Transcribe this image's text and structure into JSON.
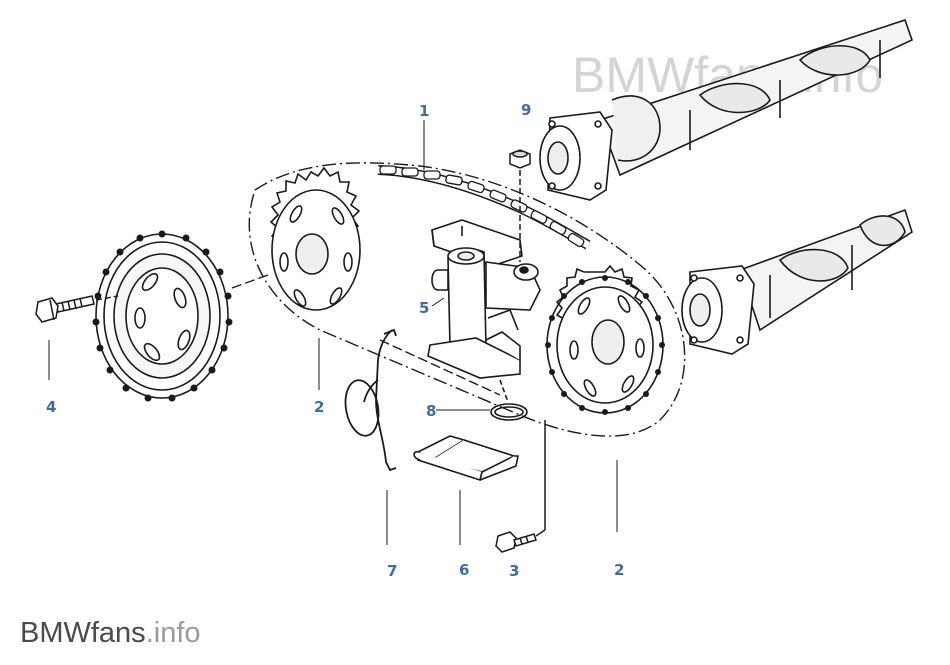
{
  "watermark": {
    "top_text": "BMWfans.info",
    "bottom_brand": "BMWfans",
    "bottom_suffix": ".info",
    "top_color": "#d4d4d4",
    "bottom_brand_color": "#4a4a4a",
    "bottom_suffix_color": "#9a9a9a"
  },
  "colors": {
    "line": "#1a1a1a",
    "callout": "#3a6ea5",
    "shade": "#e8e8e8"
  },
  "callouts": {
    "c1": "1",
    "c9": "9",
    "c5": "5",
    "c4": "4",
    "c2_left": "2",
    "c8": "8",
    "c7": "7",
    "c6": "6",
    "c3": "3",
    "c2_right": "2"
  },
  "parts": {
    "chain": "timing-chain",
    "tensioner": "chain-tensioner",
    "crank_sprocket": "crankshaft-sprocket",
    "cam_sprockets": "camshaft-sprockets"
  }
}
